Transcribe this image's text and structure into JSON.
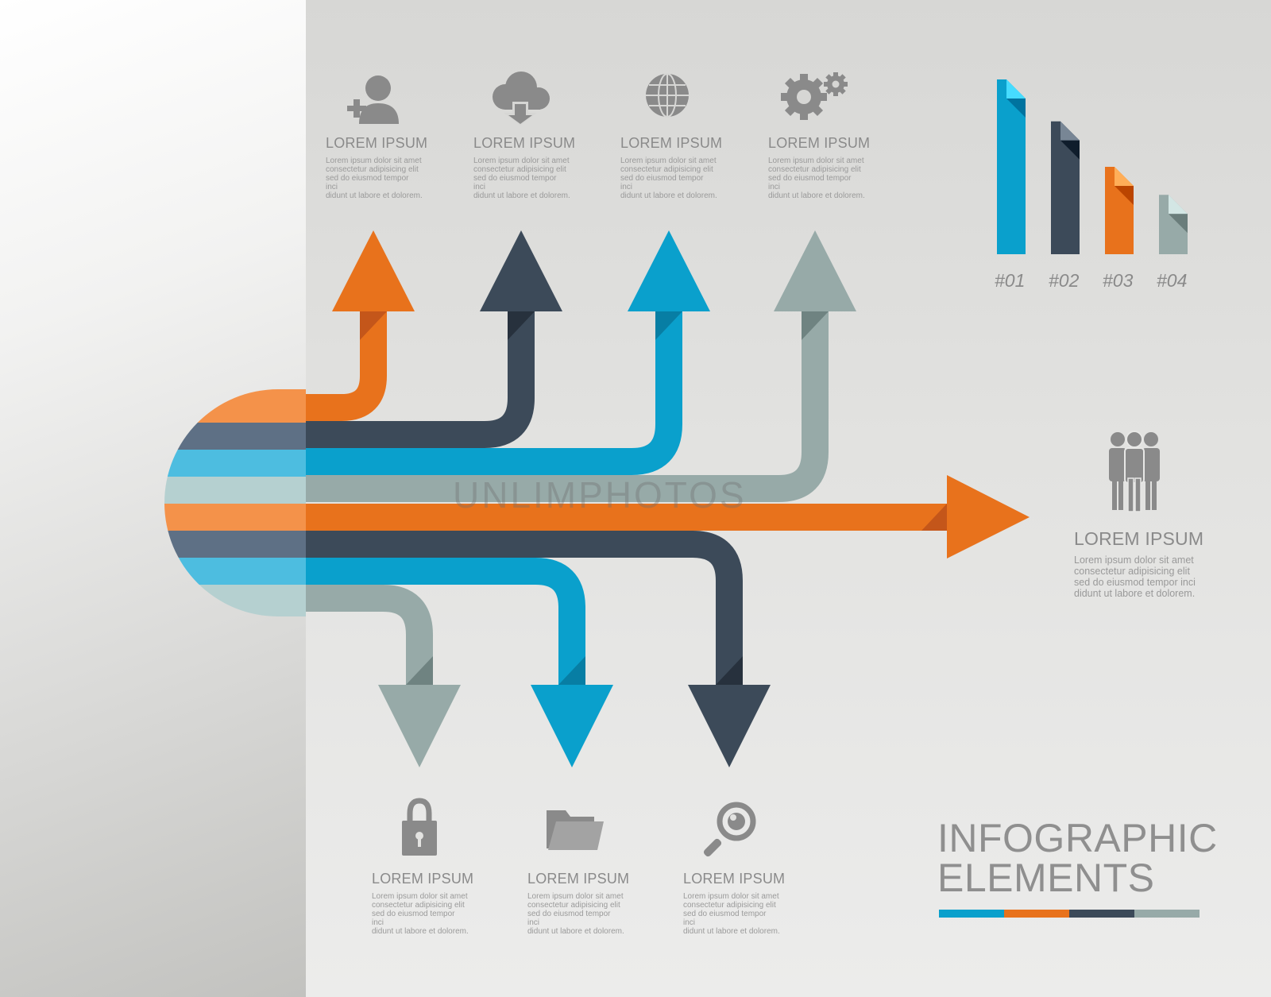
{
  "colors": {
    "orange": "#e8721c",
    "dark": "#3c4a59",
    "blue": "#0aa0cc",
    "gray": "#97aaa8",
    "text_gray": "#8a8a8a"
  },
  "top_items": [
    {
      "icon": "add-user-icon",
      "title": "LOREM IPSUM",
      "body": "Lorem ipsum dolor sit amet\nconsectetur adipisicing elit\nsed do eiusmod tempor inci\ndidunt ut labore et dolorem."
    },
    {
      "icon": "cloud-download-icon",
      "title": "LOREM IPSUM",
      "body": "Lorem ipsum dolor sit amet\nconsectetur adipisicing elit\nsed do eiusmod tempor inci\ndidunt ut labore et dolorem."
    },
    {
      "icon": "globe-icon",
      "title": "LOREM IPSUM",
      "body": "Lorem ipsum dolor sit amet\nconsectetur adipisicing elit\nsed do eiusmod tempor inci\ndidunt ut labore et dolorem."
    },
    {
      "icon": "gears-icon",
      "title": "LOREM IPSUM",
      "body": "Lorem ipsum dolor sit amet\nconsectetur adipisicing elit\nsed do eiusmod tempor inci\ndidunt ut labore et dolorem."
    }
  ],
  "bottom_items": [
    {
      "icon": "lock-icon",
      "title": "LOREM IPSUM",
      "body": "Lorem ipsum dolor sit amet\nconsectetur adipisicing elit\nsed do eiusmod tempor inci\ndidunt ut labore et dolorem."
    },
    {
      "icon": "folder-icon",
      "title": "LOREM IPSUM",
      "body": "Lorem ipsum dolor sit amet\nconsectetur adipisicing elit\nsed do eiusmod tempor inci\ndidunt ut labore et dolorem."
    },
    {
      "icon": "magnifier-icon",
      "title": "LOREM IPSUM",
      "body": "Lorem ipsum dolor sit amet\nconsectetur adipisicing elit\nsed do eiusmod tempor inci\ndidunt ut labore et dolorem."
    }
  ],
  "people_item": {
    "icon": "people-group-icon",
    "title": "LOREM IPSUM",
    "body": "Lorem ipsum dolor sit amet\nconsectetur adipisicing elit\nsed do eiusmod tempor inci\ndidunt ut labore et dolorem."
  },
  "bar_chart": {
    "labels": [
      "#01",
      "#02",
      "#03",
      "#04"
    ],
    "colors": [
      "#0aa0cc",
      "#3c4a59",
      "#e8721c",
      "#97aaa8"
    ],
    "relative_heights": [
      1.0,
      0.76,
      0.5,
      0.34
    ]
  },
  "headline": {
    "line1": "INFOGRAPHIC",
    "line2": "ELEMENTS"
  },
  "headline_stripe_colors": [
    "#0aa0cc",
    "#e8721c",
    "#3c4a59",
    "#97aaa8"
  ],
  "watermark": "UNLIMPHOTOS"
}
